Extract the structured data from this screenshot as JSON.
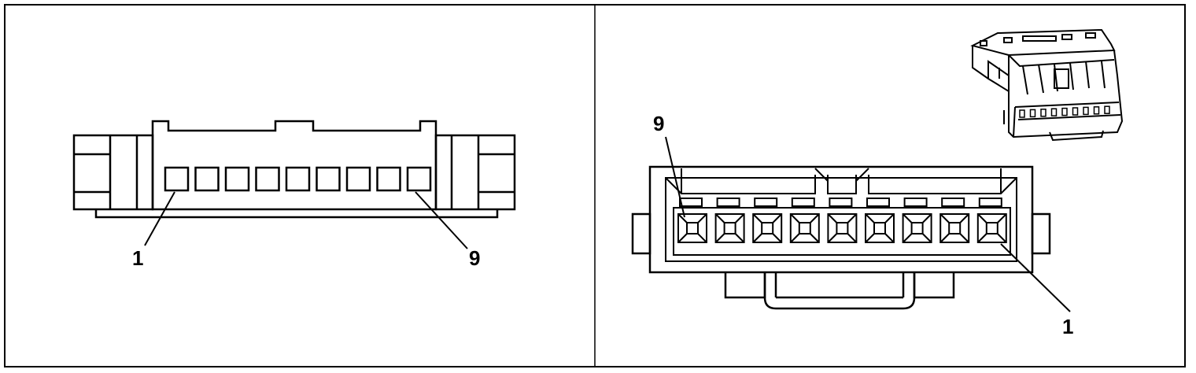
{
  "left_view": {
    "pin_count": 9,
    "label_first": "1",
    "label_last": "9"
  },
  "right_view": {
    "pin_count": 9,
    "label_first": "1",
    "label_last": "9"
  },
  "colors": {
    "line": "#000000",
    "background": "#ffffff"
  }
}
